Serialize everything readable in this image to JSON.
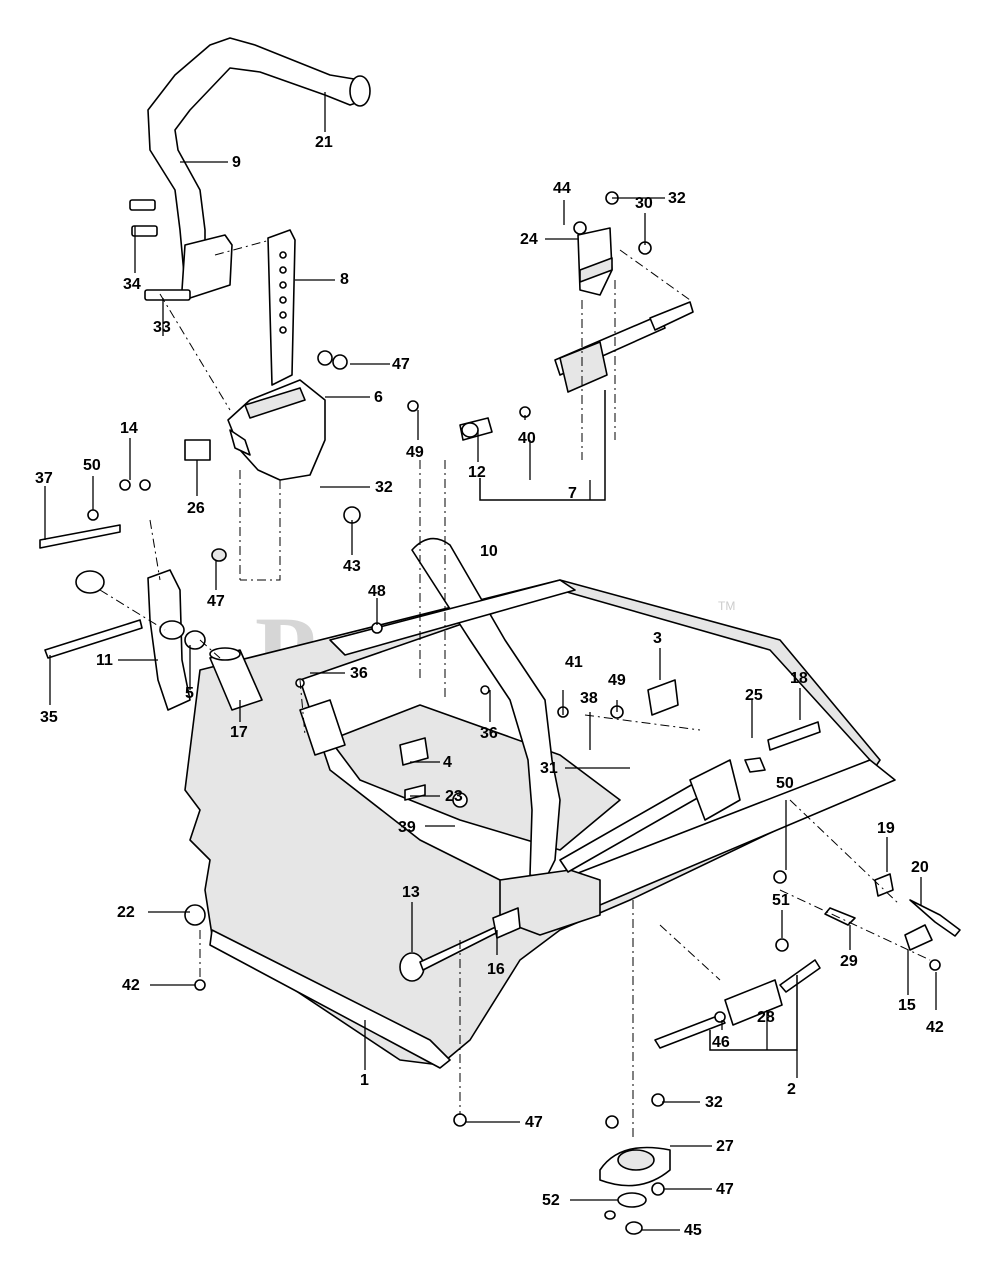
{
  "diagram": {
    "watermark": "PartsTree",
    "watermark_mark": "TM",
    "callouts": [
      {
        "id": "c1",
        "label": "1"
      },
      {
        "id": "c2",
        "label": "2"
      },
      {
        "id": "c3",
        "label": "3"
      },
      {
        "id": "c4",
        "label": "4"
      },
      {
        "id": "c5",
        "label": "5"
      },
      {
        "id": "c6",
        "label": "6"
      },
      {
        "id": "c7",
        "label": "7"
      },
      {
        "id": "c8",
        "label": "8"
      },
      {
        "id": "c9",
        "label": "9"
      },
      {
        "id": "c10",
        "label": "10"
      },
      {
        "id": "c11",
        "label": "11"
      },
      {
        "id": "c12",
        "label": "12"
      },
      {
        "id": "c13",
        "label": "13"
      },
      {
        "id": "c14",
        "label": "14"
      },
      {
        "id": "c15",
        "label": "15"
      },
      {
        "id": "c16",
        "label": "16"
      },
      {
        "id": "c17",
        "label": "17"
      },
      {
        "id": "c18",
        "label": "18"
      },
      {
        "id": "c19",
        "label": "19"
      },
      {
        "id": "c20",
        "label": "20"
      },
      {
        "id": "c21",
        "label": "21"
      },
      {
        "id": "c22",
        "label": "22"
      },
      {
        "id": "c23",
        "label": "23"
      },
      {
        "id": "c24",
        "label": "24"
      },
      {
        "id": "c25",
        "label": "25"
      },
      {
        "id": "c26",
        "label": "26"
      },
      {
        "id": "c27",
        "label": "27"
      },
      {
        "id": "c28",
        "label": "28"
      },
      {
        "id": "c29",
        "label": "29"
      },
      {
        "id": "c30",
        "label": "30"
      },
      {
        "id": "c31",
        "label": "31"
      },
      {
        "id": "c32a",
        "label": "32"
      },
      {
        "id": "c32b",
        "label": "32"
      },
      {
        "id": "c32c",
        "label": "32"
      },
      {
        "id": "c33",
        "label": "33"
      },
      {
        "id": "c34",
        "label": "34"
      },
      {
        "id": "c35",
        "label": "35"
      },
      {
        "id": "c36a",
        "label": "36"
      },
      {
        "id": "c36b",
        "label": "36"
      },
      {
        "id": "c37",
        "label": "37"
      },
      {
        "id": "c38",
        "label": "38"
      },
      {
        "id": "c39",
        "label": "39"
      },
      {
        "id": "c40",
        "label": "40"
      },
      {
        "id": "c41",
        "label": "41"
      },
      {
        "id": "c42a",
        "label": "42"
      },
      {
        "id": "c42b",
        "label": "42"
      },
      {
        "id": "c43",
        "label": "43"
      },
      {
        "id": "c44",
        "label": "44"
      },
      {
        "id": "c45",
        "label": "45"
      },
      {
        "id": "c46",
        "label": "46"
      },
      {
        "id": "c47a",
        "label": "47"
      },
      {
        "id": "c47b",
        "label": "47"
      },
      {
        "id": "c47c",
        "label": "47"
      },
      {
        "id": "c47d",
        "label": "47"
      },
      {
        "id": "c48",
        "label": "48"
      },
      {
        "id": "c49a",
        "label": "49"
      },
      {
        "id": "c49b",
        "label": "49"
      },
      {
        "id": "c50a",
        "label": "50"
      },
      {
        "id": "c50b",
        "label": "50"
      },
      {
        "id": "c51",
        "label": "51"
      },
      {
        "id": "c52",
        "label": "52"
      }
    ]
  }
}
